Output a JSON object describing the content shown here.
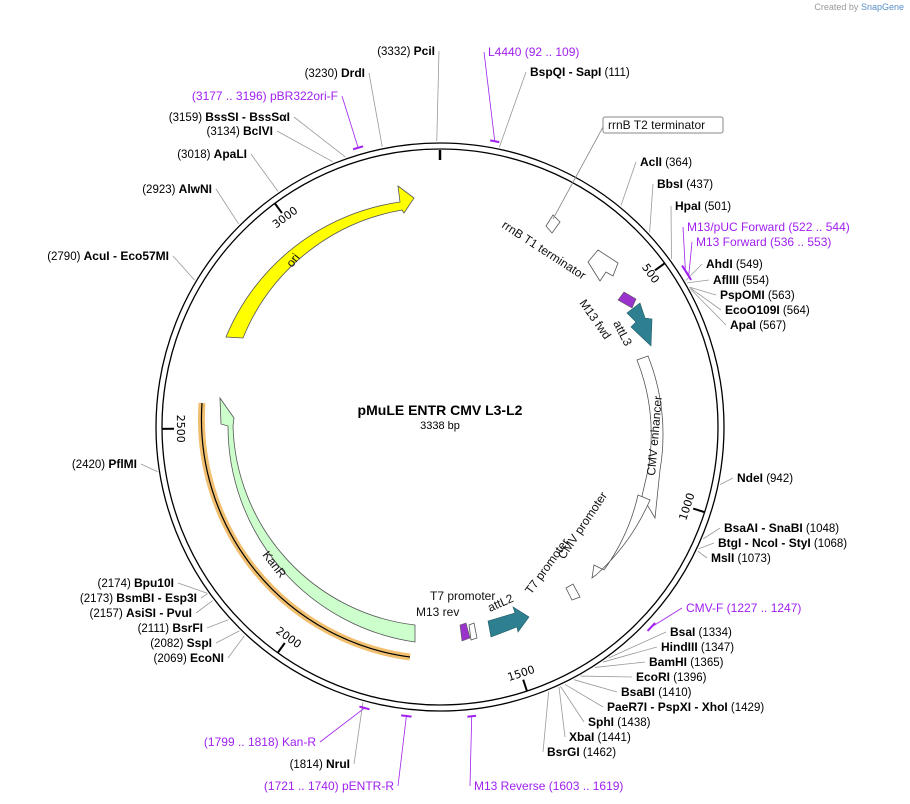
{
  "credit": {
    "prefix": "Created by",
    "brand": "SnapGene"
  },
  "map": {
    "name": "pMuLE ENTR CMV L3-L2",
    "length_label": "3338 bp",
    "total_bp": 3338
  },
  "ticks": [
    {
      "bp": 500,
      "label": "500"
    },
    {
      "bp": 1000,
      "label": "1000"
    },
    {
      "bp": 1500,
      "label": "1500"
    },
    {
      "bp": 2000,
      "label": "2000"
    },
    {
      "bp": 2500,
      "label": "2500"
    },
    {
      "bp": 3000,
      "label": "3000"
    }
  ],
  "enzymes": [
    {
      "bp": 3332,
      "names": [
        "PciI"
      ],
      "pos": "(3332)"
    },
    {
      "bp": 111,
      "names": [
        "BspQI",
        "SapI"
      ],
      "pos": "(111)"
    },
    {
      "bp": 364,
      "names": [
        "AclI"
      ],
      "pos": "(364)"
    },
    {
      "bp": 437,
      "names": [
        "BbsI"
      ],
      "pos": "(437)"
    },
    {
      "bp": 501,
      "names": [
        "HpaI"
      ],
      "pos": "(501)"
    },
    {
      "bp": 549,
      "names": [
        "AhdI"
      ],
      "pos": "(549)"
    },
    {
      "bp": 554,
      "names": [
        "AflIII"
      ],
      "pos": "(554)"
    },
    {
      "bp": 563,
      "names": [
        "PspOMI"
      ],
      "pos": "(563)"
    },
    {
      "bp": 564,
      "names": [
        "EcoO109I"
      ],
      "pos": "(564)"
    },
    {
      "bp": 567,
      "names": [
        "ApaI"
      ],
      "pos": "(567)"
    },
    {
      "bp": 942,
      "names": [
        "NdeI"
      ],
      "pos": "(942)"
    },
    {
      "bp": 1048,
      "names": [
        "BsaAI",
        "SnaBI"
      ],
      "pos": "(1048)"
    },
    {
      "bp": 1068,
      "names": [
        "BtgI",
        "NcoI",
        "StyI"
      ],
      "pos": "(1068)"
    },
    {
      "bp": 1073,
      "names": [
        "MslI"
      ],
      "pos": "(1073)"
    },
    {
      "bp": 1334,
      "names": [
        "BsaI"
      ],
      "pos": "(1334)"
    },
    {
      "bp": 1347,
      "names": [
        "HindIII"
      ],
      "pos": "(1347)"
    },
    {
      "bp": 1365,
      "names": [
        "BamHI"
      ],
      "pos": "(1365)"
    },
    {
      "bp": 1396,
      "names": [
        "EcoRI"
      ],
      "pos": "(1396)"
    },
    {
      "bp": 1410,
      "names": [
        "BsaBI"
      ],
      "pos": "(1410)"
    },
    {
      "bp": 1429,
      "names": [
        "PaeR7I",
        "PspXI",
        "XhoI"
      ],
      "pos": "(1429)"
    },
    {
      "bp": 1438,
      "names": [
        "SphI"
      ],
      "pos": "(1438)"
    },
    {
      "bp": 1441,
      "names": [
        "XbaI"
      ],
      "pos": "(1441)"
    },
    {
      "bp": 1462,
      "names": [
        "BsrGI"
      ],
      "pos": "(1462)"
    },
    {
      "bp": 1814,
      "names": [
        "NruI"
      ],
      "pos": "(1814)"
    },
    {
      "bp": 2069,
      "names": [
        "EcoNI"
      ],
      "pos": "(2069)"
    },
    {
      "bp": 2082,
      "names": [
        "SspI"
      ],
      "pos": "(2082)"
    },
    {
      "bp": 2111,
      "names": [
        "BsrFI"
      ],
      "pos": "(2111)"
    },
    {
      "bp": 2157,
      "names": [
        "AsiSI",
        "PvuI"
      ],
      "pos": "(2157)"
    },
    {
      "bp": 2173,
      "names": [
        "BsmBI",
        "Esp3I"
      ],
      "pos": "(2173)"
    },
    {
      "bp": 2174,
      "names": [
        "Bpu10I"
      ],
      "pos": "(2174)"
    },
    {
      "bp": 2420,
      "names": [
        "PflMI"
      ],
      "pos": "(2420)"
    },
    {
      "bp": 2790,
      "names": [
        "AcuI",
        "Eco57MI"
      ],
      "pos": "(2790)"
    },
    {
      "bp": 2923,
      "names": [
        "AlwNI"
      ],
      "pos": "(2923)"
    },
    {
      "bp": 3018,
      "names": [
        "ApaLI"
      ],
      "pos": "(3018)"
    },
    {
      "bp": 3134,
      "names": [
        "BclVI"
      ],
      "pos": "(3134)"
    },
    {
      "bp": 3159,
      "names": [
        "BssSI",
        "BssSαI"
      ],
      "pos": "(3159)"
    },
    {
      "bp": 3230,
      "names": [
        "DrdI"
      ],
      "pos": "(3230)"
    }
  ],
  "primers": [
    {
      "name": "L4440",
      "range": "(92 .. 109)",
      "start": 92,
      "end": 109
    },
    {
      "name": "M13/pUC Forward",
      "range": "(522 .. 544)",
      "start": 522,
      "end": 544
    },
    {
      "name": "M13 Forward",
      "range": "(536 .. 553)",
      "start": 536,
      "end": 553
    },
    {
      "name": "CMV-F",
      "range": "(1227 .. 1247)",
      "start": 1227,
      "end": 1247
    },
    {
      "name": "M13 Reverse",
      "range": "(1603 .. 1619)",
      "start": 1603,
      "end": 1619
    },
    {
      "name": "pENTR-R",
      "range": "(1721 .. 1740)",
      "start": 1721,
      "end": 1740
    },
    {
      "name": "Kan-R",
      "range": "(1799 .. 1818)",
      "start": 1799,
      "end": 1818
    },
    {
      "name": "pBR322ori-F",
      "range": "(3177 .. 3196)",
      "start": 3177,
      "end": 3196
    }
  ],
  "features": [
    {
      "label": "rrnB T2 terminator",
      "color": "#ffffff"
    },
    {
      "label": "rrnB T1 terminator",
      "color": "#ffffff"
    },
    {
      "label": "M13 fwd",
      "color": "#9933cc"
    },
    {
      "label": "attL3",
      "color": "#2e7f8f"
    },
    {
      "label": "CMV enhancer",
      "color": "#ffffff"
    },
    {
      "label": "CMV promoter",
      "color": "#ffffff"
    },
    {
      "label": "T7 promoter",
      "color": "#ffffff"
    },
    {
      "label": "attL2",
      "color": "#2e7f8f"
    },
    {
      "label": "M13 rev",
      "color": "#9933cc"
    },
    {
      "label": "KanR",
      "color": "#ccffcc"
    },
    {
      "label": "ori",
      "color": "#ffff00"
    }
  ],
  "colors": {
    "primer": "#a020f0",
    "ori": "#ffff00",
    "kanr": "#ccffcc",
    "att": "#2e7f8f",
    "kan_promoter_band": "#f0c070"
  }
}
